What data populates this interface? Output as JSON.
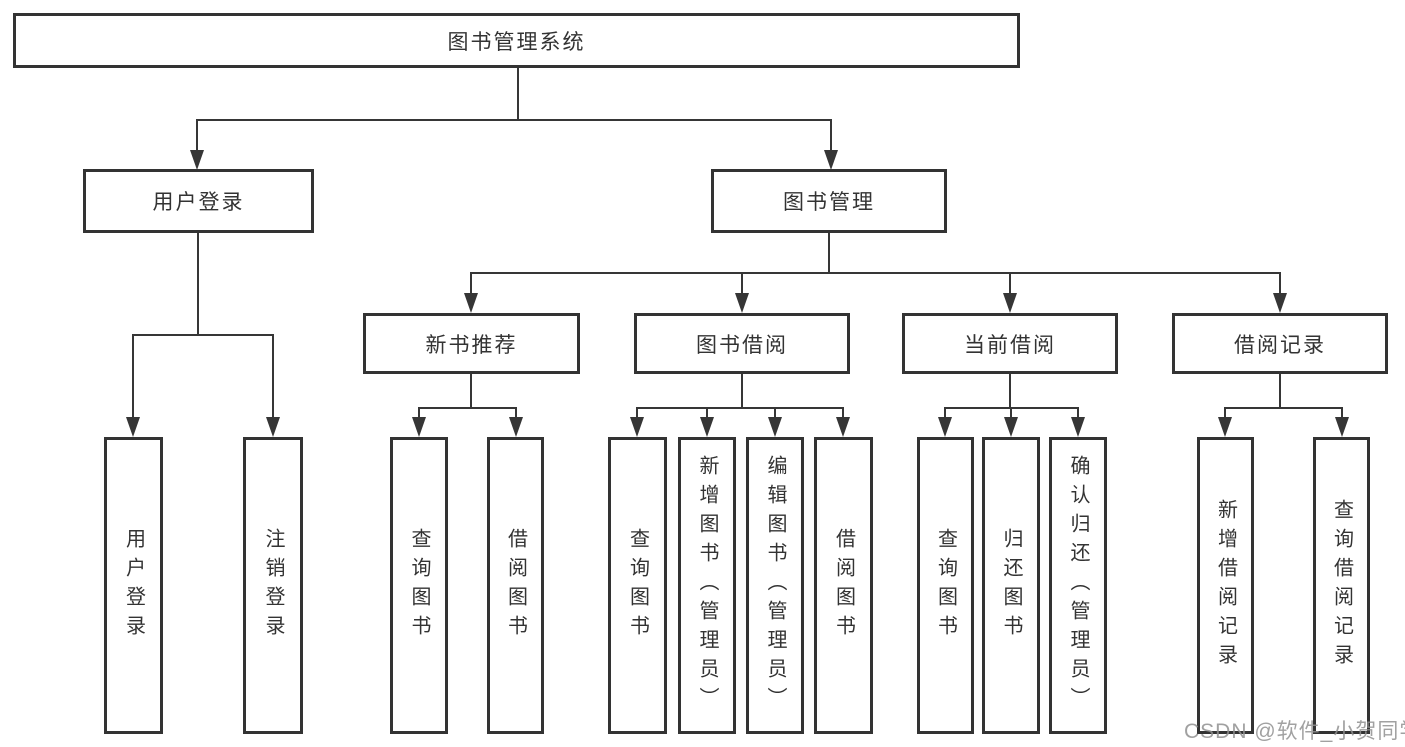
{
  "diagram": {
    "root": {
      "label": "图书管理系统"
    },
    "branches": [
      {
        "label": "用户登录",
        "children": [
          {
            "label": "用户登录"
          },
          {
            "label": "注销登录"
          }
        ]
      },
      {
        "label": "图书管理",
        "groups": [
          {
            "label": "新书推荐",
            "children": [
              {
                "label": "查询图书"
              },
              {
                "label": "借阅图书"
              }
            ]
          },
          {
            "label": "图书借阅",
            "children": [
              {
                "label": "查询图书"
              },
              {
                "label": "新增图书（管理员）"
              },
              {
                "label": "编辑图书（管理员）"
              },
              {
                "label": "借阅图书"
              }
            ]
          },
          {
            "label": "当前借阅",
            "children": [
              {
                "label": "查询图书"
              },
              {
                "label": "归还图书"
              },
              {
                "label": "确认归还（管理员）"
              }
            ]
          },
          {
            "label": "借阅记录",
            "children": [
              {
                "label": "新增借阅记录"
              },
              {
                "label": "查询借阅记录"
              }
            ]
          }
        ]
      }
    ]
  },
  "watermark": {
    "text": "CSDN @软件_小贺同学"
  },
  "colors": {
    "line": "#363636",
    "node_border": "#333333",
    "node_background": "#ffffff",
    "text": "#333333",
    "watermark": "#919191"
  }
}
